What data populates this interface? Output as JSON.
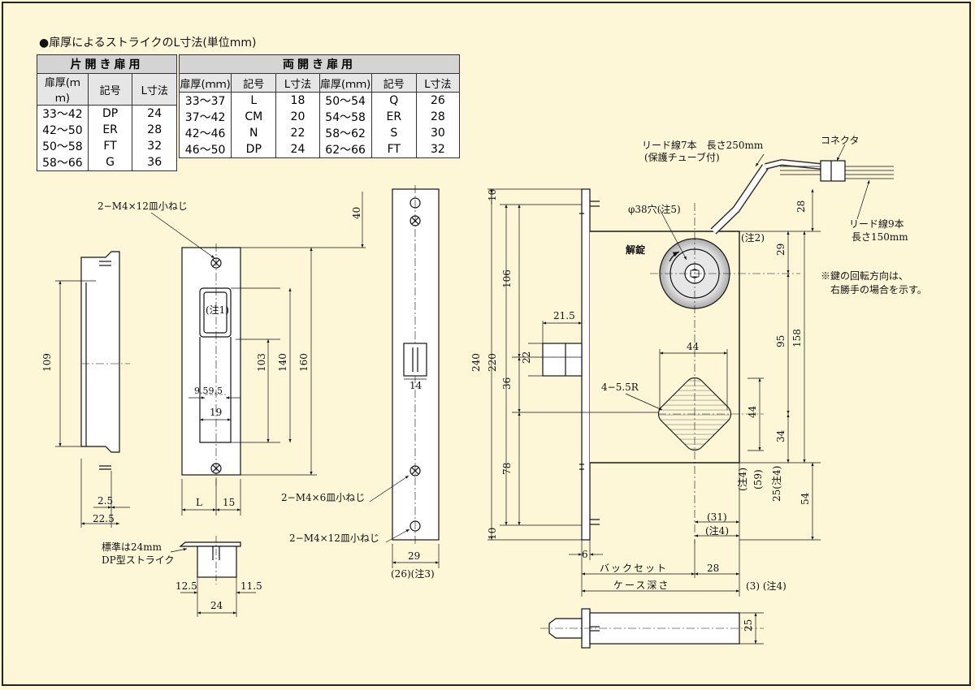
{
  "title": "●扉厚によるストライクのL寸法(単位mm)",
  "single": {
    "header": "片開き扉用",
    "columns": [
      "扉厚(ｍｍ)",
      "記号",
      "L寸法"
    ],
    "rows": [
      [
        "33〜42",
        "DP",
        "24"
      ],
      [
        "42〜50",
        "ER",
        "28"
      ],
      [
        "50〜58",
        "FT",
        "32"
      ],
      [
        "58〜66",
        "G",
        "36"
      ]
    ]
  },
  "double": {
    "header": "両開き扉用",
    "columns": [
      "扉厚(ｍｍ)",
      "記号",
      "L寸法",
      "扉厚(ｍｍ)",
      "記号",
      "L寸法"
    ],
    "rows": [
      [
        "33〜37",
        "L",
        "18",
        "50〜54",
        "Q",
        "26"
      ],
      [
        "37〜42",
        "CM",
        "20",
        "54〜58",
        "ER",
        "28"
      ],
      [
        "42〜46",
        "N",
        "22",
        "58〜62",
        "S",
        "30"
      ],
      [
        "46〜50",
        "DP",
        "24",
        "62〜66",
        "FT",
        "32"
      ]
    ]
  },
  "labels": {
    "screw_12_top": "2−M4×12皿小ねじ",
    "screw_6": "2−M4×6皿小ねじ",
    "screw_12_bottom": "2−M4×12皿小ねじ",
    "standard1": "標準は24mm",
    "standard2": "DP型ストライク",
    "lead7": "リード線7本　長さ250mm",
    "lead7_sub": "(保護チューブ付)",
    "connector": "コネクタ",
    "lead9": "リード線9本",
    "lead9_len": "長さ150mm",
    "hole": "φ38穴(注5)",
    "unlock": "解錠",
    "note_key1": "※鍵の回転方向は、",
    "note_key2": "右勝手の場合を示す。",
    "note1": "(注1)",
    "note2": "(注2)",
    "r_label": "4−5.5R",
    "backset": "バックセット",
    "case_depth": "ケース深さ",
    "n29_sub": "(26)(注3)",
    "n3": "(3) (注4)",
    "n31": "(31)",
    "n_note4": "(注4)",
    "n59": "(59)",
    "n25note4": "25(注4)",
    "note4v": "(注4)",
    "n95": "9.59.5"
  },
  "dims": {
    "d109": "109",
    "d2_5": "2.5",
    "d22_5": "22.5",
    "d40": "40",
    "d103": "103",
    "d140": "140",
    "d160": "160",
    "d19": "19",
    "dL": "L",
    "d15": "15",
    "d14": "14",
    "d29": "29",
    "d12_5": "12.5",
    "d11_5": "11.5",
    "d24": "24",
    "d10a": "10",
    "d240": "240",
    "d220": "220",
    "d106": "106",
    "d36": "36",
    "d78": "78",
    "d10b": "10",
    "d21_5": "21.5",
    "d22": "22",
    "d44h": "44",
    "d44v": "44",
    "d34": "34",
    "d28top": "28",
    "d29b": "29",
    "d95": "95",
    "d158": "158",
    "d54": "54",
    "d6": "6",
    "d28bot": "28",
    "d25": "25"
  }
}
